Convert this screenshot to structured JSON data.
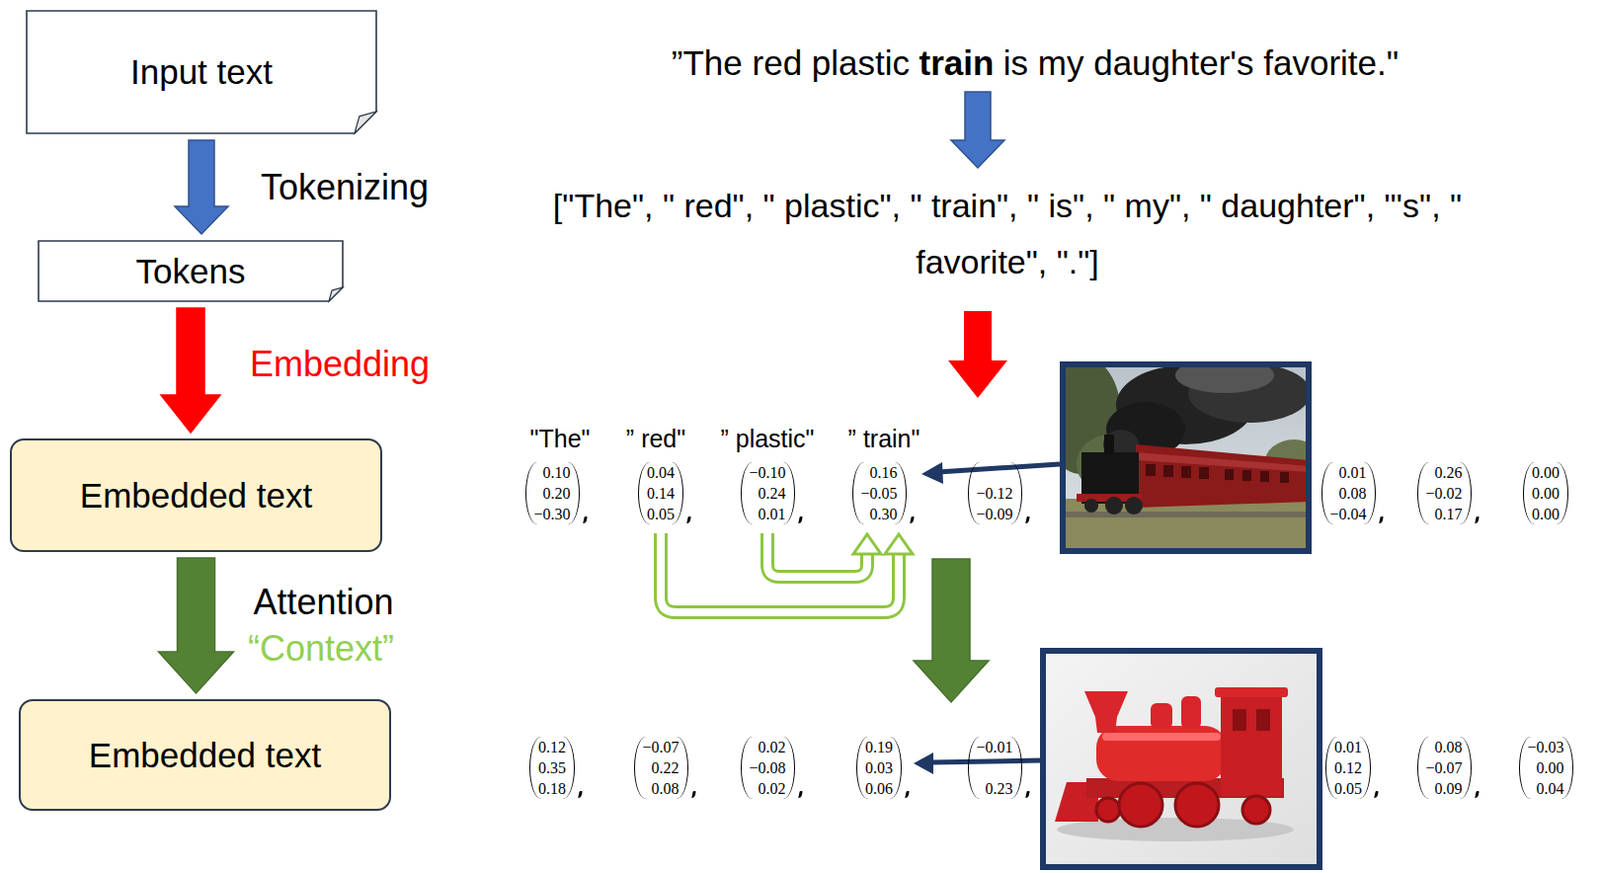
{
  "diagram": {
    "nodes": [
      {
        "text": [
          "Input text"
        ]
      },
      {
        "text": [
          "Tokens"
        ]
      },
      {
        "text": [
          "Embedded text"
        ]
      },
      {
        "text": [
          "Embedded text"
        ]
      }
    ],
    "edges": [
      {
        "from": 0,
        "to": 1,
        "arrow": "to",
        "label": "Tokenizing"
      },
      {
        "from": 1,
        "to": 2,
        "arrow": "to",
        "label": "Embedding"
      },
      {
        "from": 2,
        "to": 3,
        "arrow": "to",
        "label": "Attention"
      }
    ],
    "labels": [
      "”The red plastic",
      "train",
      "is my daughter's favorite.\"",
      "[\"The\", \" red\", \" plastic\", \" train\", \" is\", \" my\", \" daughter\", \"'s\", \" favorite\", \".\"]",
      "\"The\"",
      "” red\"",
      "” plastic\"",
      "” train\"",
      "“Context”",
      "0.10",
      "0.20",
      "−0.30",
      "0.04",
      "0.14",
      "0.05",
      "−0.10",
      "0.24",
      "0.01",
      "0.16",
      "−0.05",
      "0.30",
      "−0.12",
      "−0.09",
      "0.01",
      "0.08",
      "−0.04",
      "0.26",
      "−0.02",
      "0.17",
      "0.00",
      "0.00",
      "0.00",
      "0.12",
      "0.35",
      "0.18",
      "−0.07",
      "0.22",
      "0.08",
      "0.02",
      "−0.08",
      "0.02",
      "0.19",
      "0.03",
      "0.06",
      "−0.01",
      "0.23",
      "0.01",
      "0.12",
      "0.05",
      "0.08",
      "−0.07",
      "0.09",
      "−0.03",
      "0.00",
      "0.04"
    ]
  }
}
